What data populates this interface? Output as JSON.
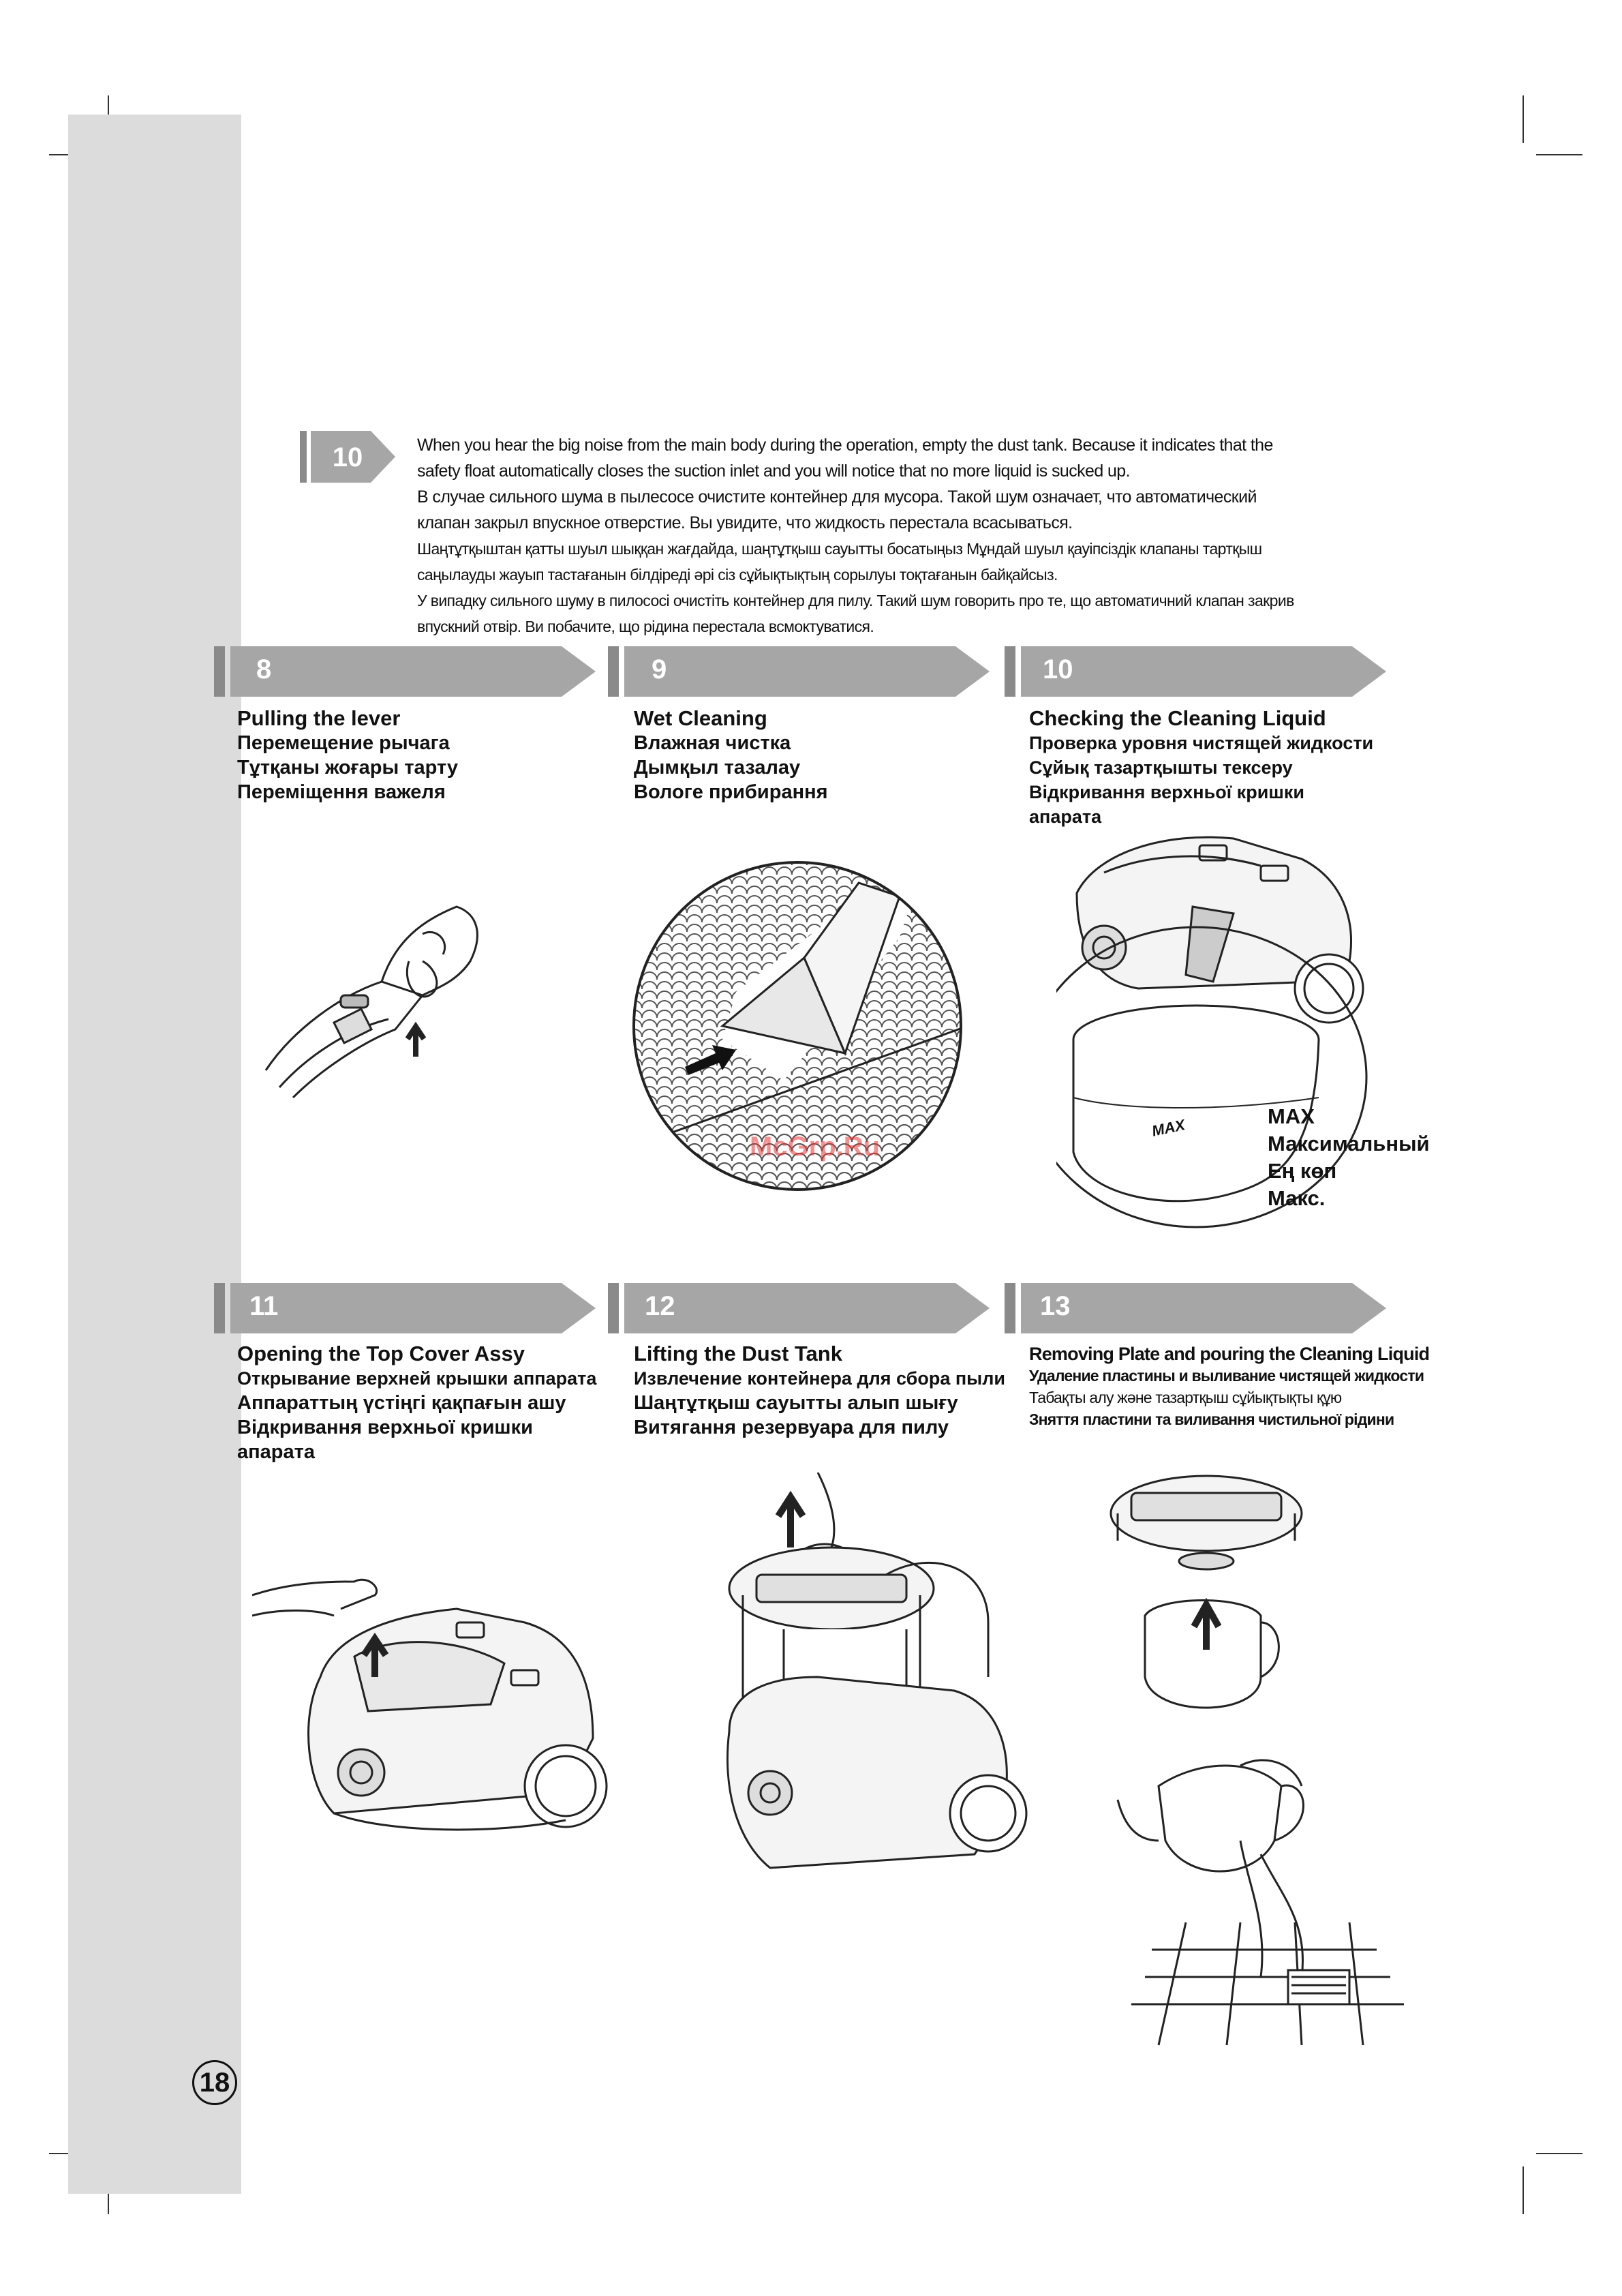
{
  "page_number": "18",
  "note": {
    "badge": "10",
    "lines": [
      "When you hear the big noise from the main body during the operation, empty the dust tank. Because it indicates that the",
      "safety float automatically closes the suction inlet and you will notice that no more liquid is sucked up.",
      "В случае сильного шума в пылесосе очистите контейнер для мусора. Такой шум означает, что автоматический",
      "клапан закрыл впускное отверстие. Вы увидите, что жидкость перестала всасываться.",
      "Шаңтұтқыштан қатты шуыл шыққан жағдайда, шаңтұтқыш сауытты босатыңыз  Мұндай шуыл қауіпсіздік клапаны тартқыш",
      "саңылауды жауып тастағанын білдіреді әрі сіз сұйықтықтың сорылуы тоқтағанын байқайсыз.",
      "У випадку сильного шуму в пилососі очистіть контейнер для пилу. Такий шум говорить про те, що автоматичний клапан закрив",
      "впускний отвір. Ви побачите, що рідина перестала всмоктуватися."
    ]
  },
  "steps": [
    {
      "number": "8",
      "lines": [
        "Pulling the lever",
        "Перемещение рычага",
        "Тұтқаны жоғары тарту",
        "Переміщення важеля"
      ]
    },
    {
      "number": "9",
      "lines": [
        "Wet Cleaning",
        "Влажная чистка",
        "Дымқыл тазалау",
        "Вологе прибирання"
      ]
    },
    {
      "number": "10",
      "lines": [
        "Checking the Cleaning Liquid",
        "Проверка уровня чистящей жидкости",
        "Сұйық тазартқышты тексеру",
        "Відкривання верхньої кришки",
        "апарата"
      ]
    },
    {
      "number": "11",
      "lines": [
        "Opening the Top Cover Assy",
        "Открывание верхней крышки аппарата",
        "Аппараттың үстіңгі қақпағын ашу",
        "Відкривання верхньої кришки",
        "апарата"
      ]
    },
    {
      "number": "12",
      "lines": [
        "Lifting the Dust Tank",
        "Извлечение контейнера для сбора пыли",
        "Шаңтұтқыш сауытты алып шығу",
        "Витягання резервуара для пилу"
      ]
    },
    {
      "number": "13",
      "lines": [
        "Removing Plate and pouring the Cleaning Liquid",
        "Удаление пластины и выливание чистящей жидкости",
        "Табақты алу және тазартқыш сұйықтықты құю",
        "Зняття пластини та виливання чистильної рідини"
      ]
    }
  ],
  "max_label": [
    "MAX",
    "Максимальный",
    "Ең көп",
    "Макс."
  ],
  "tank_mark": "MAX",
  "watermark": "McGrp.Ru",
  "colors": {
    "bar": "#a6a6a6",
    "bar_dark": "#8a8a8a",
    "sidebar": "#dcdcdc"
  }
}
